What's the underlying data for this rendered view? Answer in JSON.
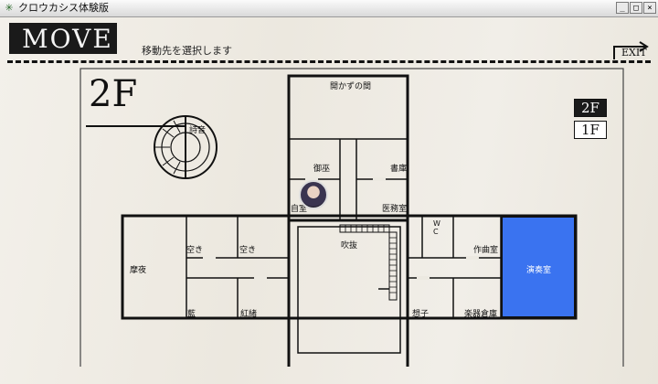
{
  "window": {
    "title": "クロウカシス体験版",
    "app_icon": "snowflake-icon",
    "minimize": "_",
    "maximize": "□",
    "close": "×"
  },
  "header": {
    "title": "MOVE",
    "instruction": "移動先を選択します",
    "exit_label": "EXIT"
  },
  "map": {
    "floor_title": "2F",
    "floors": [
      {
        "label": "2F",
        "selected": true
      },
      {
        "label": "1F",
        "selected": false
      }
    ],
    "rooms": [
      {
        "id": "shion",
        "label": "詩音"
      },
      {
        "id": "akazu",
        "label": "開かずの間"
      },
      {
        "id": "mise",
        "label": "御巫"
      },
      {
        "id": "shoko",
        "label": "書庫"
      },
      {
        "id": "jishitsu",
        "label": "自室"
      },
      {
        "id": "imushitsu",
        "label": "医務室"
      },
      {
        "id": "fukinuke",
        "label": "吹抜"
      },
      {
        "id": "wc",
        "label": "WC"
      },
      {
        "id": "sakkyokushitsu",
        "label": "作曲室"
      },
      {
        "id": "ensoushitsu",
        "label": "演奏室",
        "highlighted": true
      },
      {
        "id": "mayo",
        "label": "摩夜"
      },
      {
        "id": "aki1",
        "label": "空き"
      },
      {
        "id": "aki2",
        "label": "空き"
      },
      {
        "id": "ai",
        "label": "藍"
      },
      {
        "id": "koo",
        "label": "紅緒"
      },
      {
        "id": "souko",
        "label": "想子"
      },
      {
        "id": "gakkisouko",
        "label": "楽器倉庫"
      }
    ],
    "current_location": "自室",
    "highlight_color": "#3a73f0"
  }
}
